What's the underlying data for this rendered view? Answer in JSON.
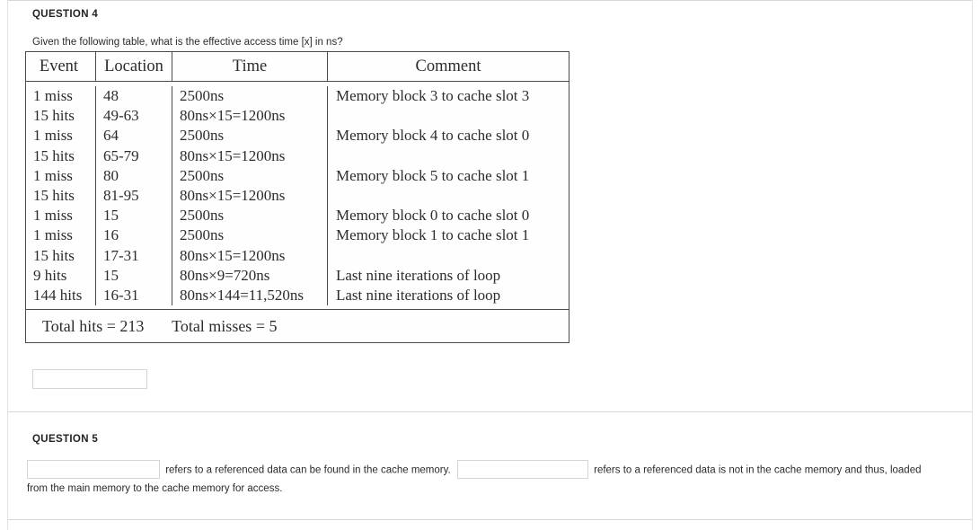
{
  "page": {
    "question4": {
      "heading": "QUESTION 4",
      "prompt": "Given the following table, what is the effective access time [x] in ns?",
      "answer_value": "",
      "answer_placeholder": ""
    },
    "question5": {
      "heading": "QUESTION 5",
      "blank1_value": "",
      "blank2_value": "",
      "text_part1": "refers to a referenced data can be found in the cache memory.",
      "text_part2": "refers to a referenced data is not in the cache memory and thus, loaded from the main memory to the cache memory for access."
    }
  },
  "table": {
    "headers": [
      "Event",
      "Location",
      "Time",
      "Comment"
    ],
    "events": [
      "1 miss",
      "15 hits",
      "1 miss",
      "15 hits",
      "1 miss",
      "15 hits",
      "1 miss",
      "1 miss",
      "15 hits",
      "9 hits",
      "144 hits"
    ],
    "locations": [
      "48",
      "49-63",
      "64",
      "65-79",
      "80",
      "81-95",
      "15",
      "16",
      "17-31",
      "15",
      "16-31"
    ],
    "times": [
      "2500ns",
      "80ns×15=1200ns",
      "2500ns",
      "80ns×15=1200ns",
      "2500ns",
      "80ns×15=1200ns",
      "2500ns",
      "2500ns",
      "80ns×15=1200ns",
      "80ns×9=720ns",
      "80ns×144=11,520ns"
    ],
    "comments": [
      "Memory block 3 to cache slot 3",
      "",
      "Memory block 4 to cache slot 0",
      "",
      "Memory block 5 to cache slot 1",
      "",
      "Memory block 0 to cache slot 0",
      "Memory block 1 to cache slot 1",
      "",
      "Last nine iterations of loop",
      "Last nine iterations of loop"
    ],
    "totals": {
      "hits_label": "Total hits = 213",
      "misses_label": "Total misses = 5"
    }
  }
}
